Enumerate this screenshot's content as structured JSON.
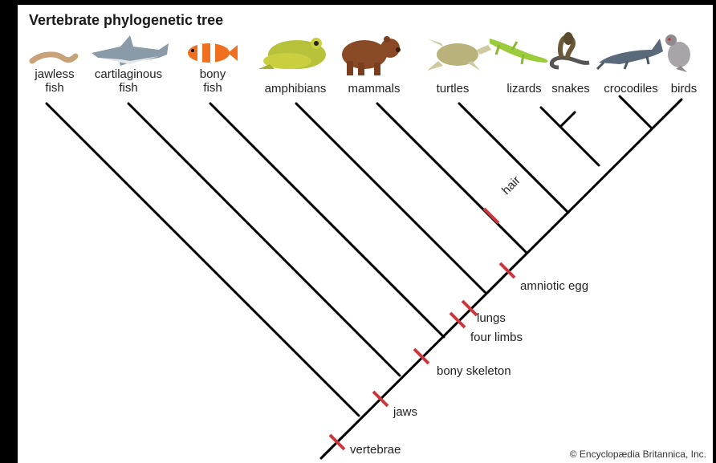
{
  "title": "Vertebrate phylogenetic tree",
  "credit": "© Encyclopædia Britannica, Inc.",
  "colors": {
    "branch": "#000000",
    "trait_mark": "#d3343a",
    "background": "#ffffff",
    "frame": "#000000"
  },
  "taxa": [
    {
      "line1": "jawless",
      "line2": "fish",
      "icon": "lamprey-icon"
    },
    {
      "line1": "cartilaginous",
      "line2": "fish",
      "icon": "shark-icon"
    },
    {
      "line1": "bony",
      "line2": "fish",
      "icon": "clownfish-icon"
    },
    {
      "line1": "amphibians",
      "line2": "",
      "icon": "frog-icon"
    },
    {
      "line1": "mammals",
      "line2": "",
      "icon": "bear-icon"
    },
    {
      "line1": "turtles",
      "line2": "",
      "icon": "turtle-icon"
    },
    {
      "line1": "lizards",
      "line2": "",
      "icon": "lizard-icon"
    },
    {
      "line1": "snakes",
      "line2": "",
      "icon": "cobra-icon"
    },
    {
      "line1": "crocodiles",
      "line2": "",
      "icon": "crocodile-icon"
    },
    {
      "line1": "birds",
      "line2": "",
      "icon": "pigeon-icon"
    }
  ],
  "traits": [
    {
      "label": "vertebrae"
    },
    {
      "label": "jaws"
    },
    {
      "label": "bony skeleton"
    },
    {
      "label": "four limbs"
    },
    {
      "label": "lungs"
    },
    {
      "label": "amniotic egg"
    },
    {
      "label": "hair"
    }
  ]
}
